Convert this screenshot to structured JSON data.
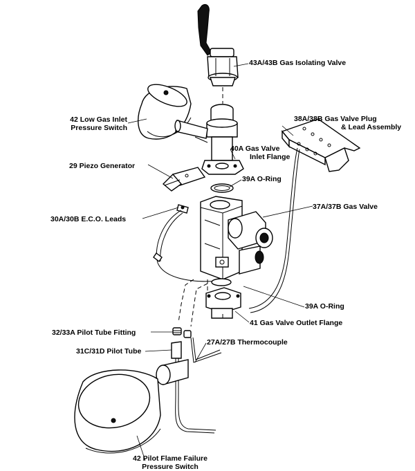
{
  "labels": {
    "l43": "43A/43B  Gas Isolating Valve",
    "l42a_1": "42  Low Gas Inlet",
    "l42a_2": "Pressure Switch",
    "l38_1": "38A/38B  Gas Valve Plug",
    "l38_2": "& Lead Assembly",
    "l40_1": "40A  Gas Valve",
    "l40_2": "Inlet Flange",
    "l29": "29  Piezo Generator",
    "l39a": "39A  O-Ring",
    "l37": "37A/37B  Gas Valve",
    "l30": "30A/30B  E.C.O. Leads",
    "l39b": "39A  O-Ring",
    "l41": "41  Gas Valve Outlet Flange",
    "l32": "32/33A  Pilot Tube Fitting",
    "l27": "27A/27B  Thermocouple",
    "l31": "31C/31D  Pilot Tube",
    "l42b_1": "42  Pilot Flame Failure",
    "l42b_2": "Pressure Switch"
  }
}
